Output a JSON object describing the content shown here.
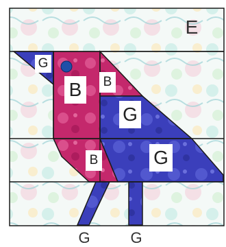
{
  "block": {
    "background_label": "E",
    "pieces": {
      "wing_g_top": "G",
      "breast_b": "B",
      "small_b": "B",
      "wing_g_mid": "G",
      "tail_g": "G",
      "lower_b": "B"
    },
    "leg_labels": [
      "G",
      "G"
    ]
  },
  "colors": {
    "background_fabric": "#f3f8f6",
    "pink_fabric": "#c0246a",
    "blue_fabric": "#3b3fbb",
    "eye": "#1f4fa8",
    "seam": "#1a1a1a"
  }
}
